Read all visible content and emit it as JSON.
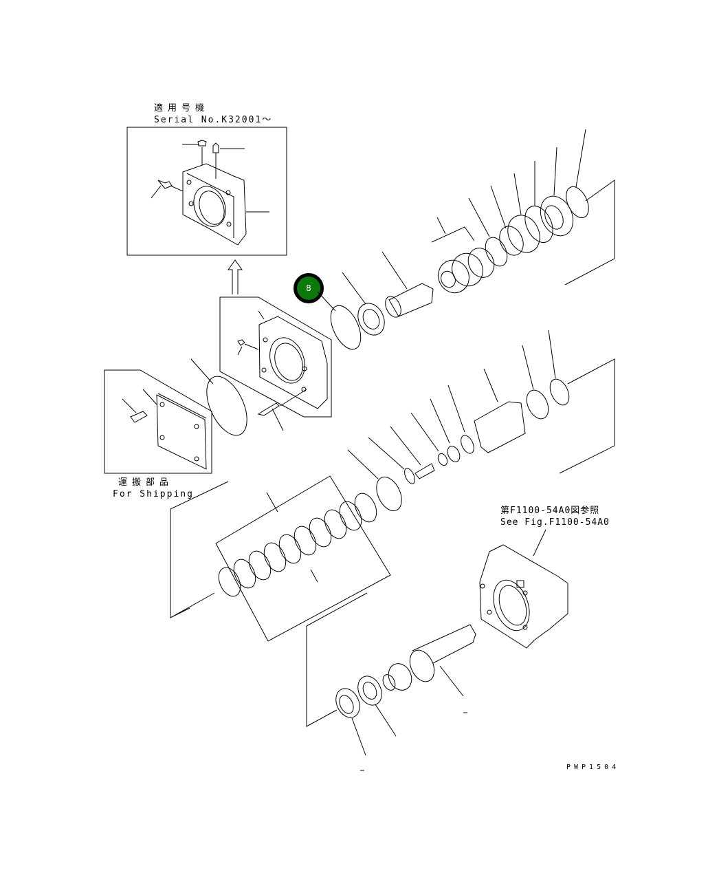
{
  "diagram": {
    "type": "exploded-parts-view",
    "drawing_code": "PWP1504",
    "inset_serial": {
      "title_jp": "適用号機",
      "title_en": "Serial No.K32001～"
    },
    "inset_shipping": {
      "title_jp": "運搬部品",
      "title_en": "For Shipping"
    },
    "reference": {
      "title_jp": "第F1100-54A0図参照",
      "title_en": "See Fig.F1100-54A0"
    },
    "callout": {
      "number": "8",
      "color": "#0b7a0b"
    },
    "colors": {
      "line": "#000000",
      "background": "#ffffff"
    }
  }
}
